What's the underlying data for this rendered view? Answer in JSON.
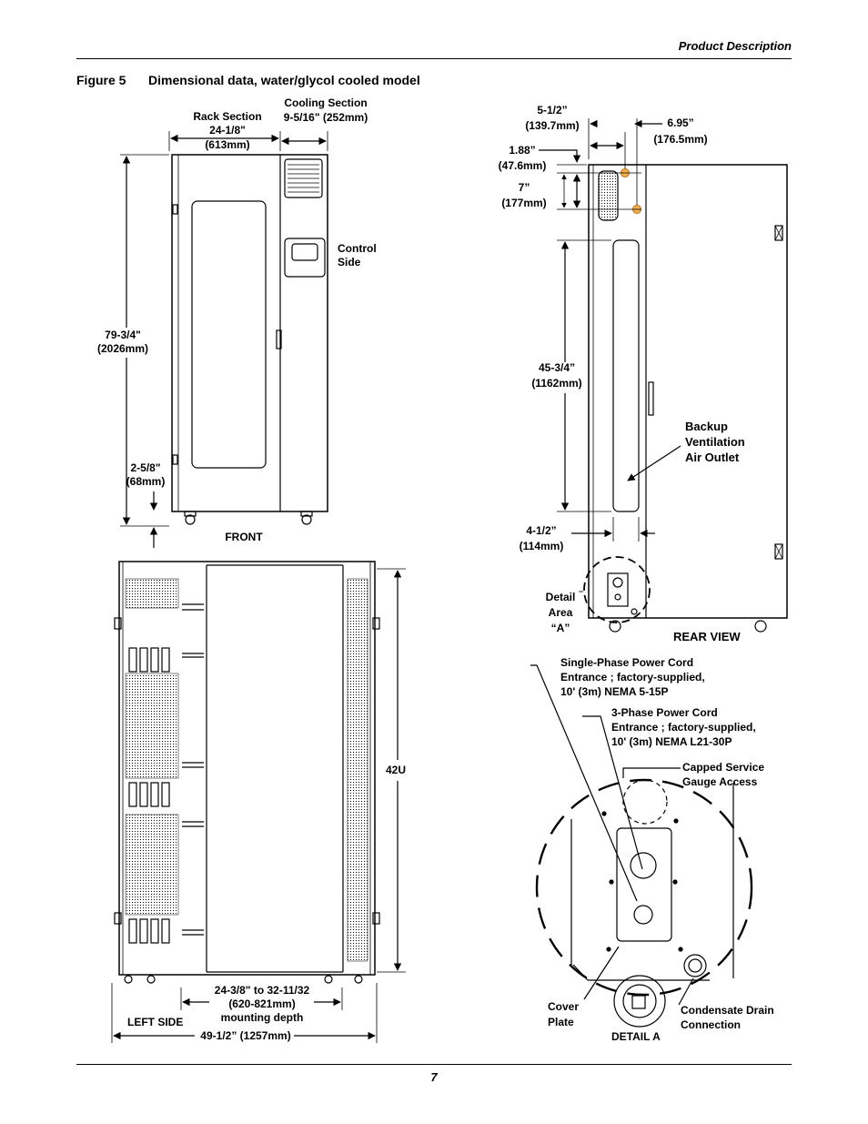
{
  "header": {
    "section": "Product Description"
  },
  "figure": {
    "number": "Figure 5",
    "title": "Dimensional data, water/glycol cooled model"
  },
  "front_view": {
    "rack_section": "Rack Section",
    "rack_width": "24-1/8\"",
    "rack_width_mm": "(613mm)",
    "cooling_section": "Cooling Section",
    "cooling_width": "9-5/16\" (252mm)",
    "control_side": [
      "Control",
      "Side"
    ],
    "height": "79-3/4\"",
    "height_mm": "(2026mm)",
    "bottom_gap": "2-5/8\"",
    "bottom_gap_mm": "(68mm)",
    "caption": "FRONT"
  },
  "left_side_view": {
    "units": "42U",
    "mounting_depth_1": "24-3/8\" to 32-11/32",
    "mounting_depth_2": "(620-821mm)",
    "mounting_depth_3": "mounting depth",
    "caption": "LEFT SIDE",
    "overall_depth": "49-1/2” (1257mm)"
  },
  "rear_view": {
    "dim_a": "5-1/2”",
    "dim_a_mm": "(139.7mm)",
    "dim_b": "6.95”",
    "dim_b_mm": "(176.5mm)",
    "dim_c": "1.88”",
    "dim_c_mm": "(47.6mm)",
    "dim_d": "7”",
    "dim_d_mm": "(177mm)",
    "outlet_height": "45-3/4”",
    "outlet_height_mm": "(1162mm)",
    "outlet_label": [
      "Backup",
      "Ventilation",
      "Air Outlet"
    ],
    "outlet_width": "4-1/2”",
    "outlet_width_mm": "(114mm)",
    "detail_area": [
      "Detail",
      "Area",
      "“A”"
    ],
    "caption": "REAR VIEW"
  },
  "detail_a": {
    "single_phase": [
      "Single-Phase Power Cord",
      "Entrance ; factory-supplied,",
      "10' (3m) NEMA 5-15P"
    ],
    "three_phase": [
      "3-Phase Power Cord",
      "Entrance ; factory-supplied,",
      "10' (3m) NEMA L21-30P"
    ],
    "gauge": [
      "Capped Service",
      "Gauge Access"
    ],
    "cover_plate": [
      "Cover",
      "Plate"
    ],
    "drain": [
      "Condensate Drain",
      "Connection"
    ],
    "caption": "DETAIL A"
  },
  "footer": {
    "page": "7"
  }
}
